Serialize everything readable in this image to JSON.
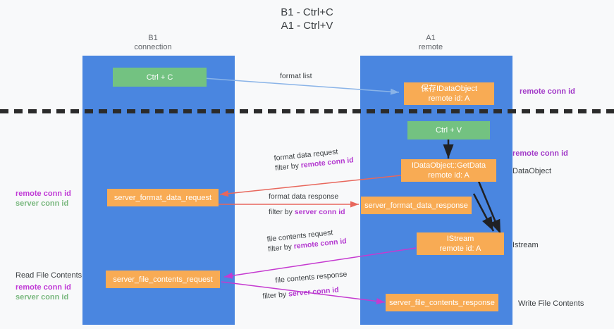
{
  "title": "B1 - Ctrl+C\nA1 - Ctrl+V",
  "columns": [
    {
      "name": "B1",
      "sub": "connection",
      "header": "B1\nconnection"
    },
    {
      "name": "A1",
      "sub": "remote",
      "header": "A1\nremote"
    }
  ],
  "boxes": {
    "ctrl_c": "Ctrl + C",
    "ctrl_v": "Ctrl + V",
    "save_idataobject": "保存IDataObject\nremote id: A",
    "idataobject_getdata": "IDataObject::GetData\nremote id: A",
    "istream": "IStream\nremote id: A",
    "server_format_data_request": "server_format_data_request",
    "server_format_data_response": "server_format_data_response",
    "server_file_contents_request": "server_file_contents_request",
    "server_file_contents_response": "server_file_contents_response"
  },
  "messages": {
    "format_list": {
      "line1": "format list",
      "line2": "",
      "highlight": ""
    },
    "format_data_request": {
      "line1": "format data request",
      "line2_prefix": "filter by ",
      "line2_highlight": "remote conn id"
    },
    "format_data_response": {
      "line1": "format data response",
      "line2_prefix": "filter by ",
      "line2_highlight": "server conn id"
    },
    "file_contents_request": {
      "line1": "file contents request",
      "line2_prefix": "filter by ",
      "line2_highlight": "remote conn id"
    },
    "file_contents_response": {
      "line1": "file contents response",
      "line2_prefix": "filter by ",
      "line2_highlight": "server conn id"
    }
  },
  "right_labels": {
    "remote_conn_id_top": "remote conn id",
    "remote_conn_id_mid": "remote conn id",
    "dataobject": "DataObject",
    "istream": "Istream",
    "write_file_contents": "Write File Contents"
  },
  "left_labels": {
    "conn_ids_mid": {
      "remote": "remote conn id",
      "server": "server conn id"
    },
    "read_file_contents": "Read File Contents",
    "conn_ids_bottom": {
      "remote": "remote conn id",
      "server": "server conn id"
    }
  },
  "colors": {
    "lane": "#4a86e0",
    "box_orange": "#f8ab54",
    "box_green": "#73c281",
    "highlight_purple": "#b43ad0",
    "highlight_green": "#7ab87f",
    "arrow_blue": "#8ab4e8",
    "arrow_red": "#e8675c",
    "arrow_magenta": "#c53ad0",
    "arrow_black": "#202124",
    "background": "#f8f9fa"
  }
}
